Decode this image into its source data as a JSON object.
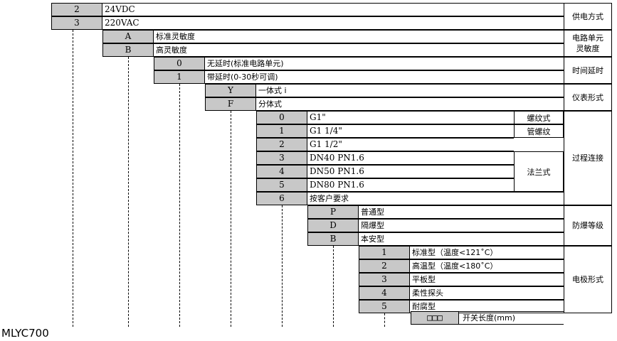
{
  "model": "MLYC700",
  "groups": {
    "supply": {
      "category": "供电方式",
      "rows": [
        {
          "code": "2",
          "label": "24VDC"
        },
        {
          "code": "3",
          "label": "220VAC"
        }
      ]
    },
    "sensitivity": {
      "category": "电路单元灵敏度",
      "rows": [
        {
          "code": "A",
          "label": "标准灵敏度"
        },
        {
          "code": "B",
          "label": "高灵敏度"
        }
      ]
    },
    "delay": {
      "category": "时间延时",
      "rows": [
        {
          "code": "0",
          "label": "无延时(标准电路单元)"
        },
        {
          "code": "1",
          "label": "带延时(0-30秒可调)"
        }
      ]
    },
    "form": {
      "category": "仪表形式",
      "rows": [
        {
          "code": "Y",
          "label": "一体式  i"
        },
        {
          "code": "F",
          "label": "分体式"
        }
      ]
    },
    "process": {
      "category": "过程连接",
      "sub_thread": "螺纹式",
      "sub_pipe": "管螺纹",
      "sub_flange": "法兰式",
      "rows": [
        {
          "code": "0",
          "label": "G1\""
        },
        {
          "code": "1",
          "label": "G1 1/4\""
        },
        {
          "code": "2",
          "label": "G1 1/2\""
        },
        {
          "code": "3",
          "label": "DN40 PN1.6"
        },
        {
          "code": "4",
          "label": "DN50 PN1.6"
        },
        {
          "code": "5",
          "label": "DN80 PN1.6"
        },
        {
          "code": "6",
          "label": "按客户要求"
        }
      ]
    },
    "explosion": {
      "category": "防爆等级",
      "rows": [
        {
          "code": "P",
          "label": "普通型"
        },
        {
          "code": "D",
          "label": "隔爆型"
        },
        {
          "code": "B",
          "label": "本安型"
        }
      ]
    },
    "electrode": {
      "category": "电极形式",
      "rows": [
        {
          "code": "1",
          "label": "标准型（温度<121˚C）"
        },
        {
          "code": "2",
          "label": "高温型（温度<180˚C）"
        },
        {
          "code": "3",
          "label": "平板型"
        },
        {
          "code": "4",
          "label": "柔性探头"
        },
        {
          "code": "5",
          "label": "耐腐型"
        }
      ]
    }
  },
  "length": {
    "code": "□□□",
    "label": "开关长度(mm)"
  }
}
